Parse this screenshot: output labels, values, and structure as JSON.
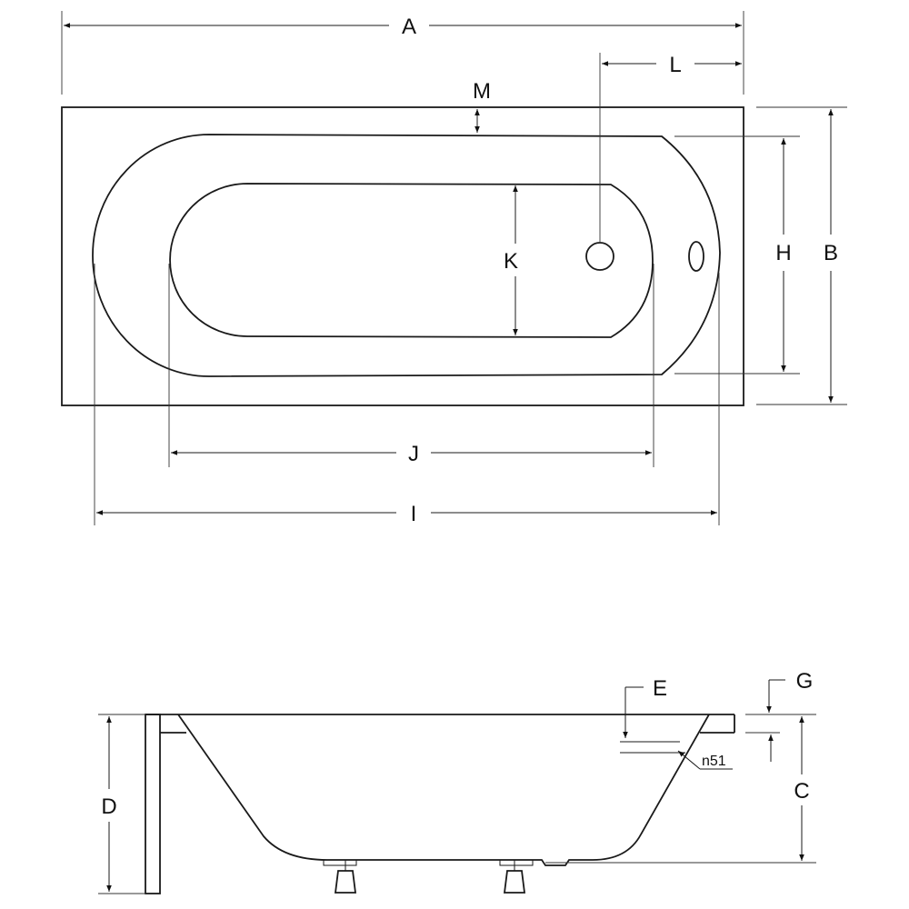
{
  "dimension_labels": {
    "A": "A",
    "B": "B",
    "C": "C",
    "D": "D",
    "E": "E",
    "G": "G",
    "H": "H",
    "I": "I",
    "J": "J",
    "K": "K",
    "L": "L",
    "M": "M"
  },
  "annotations": {
    "overflow": "n51"
  }
}
